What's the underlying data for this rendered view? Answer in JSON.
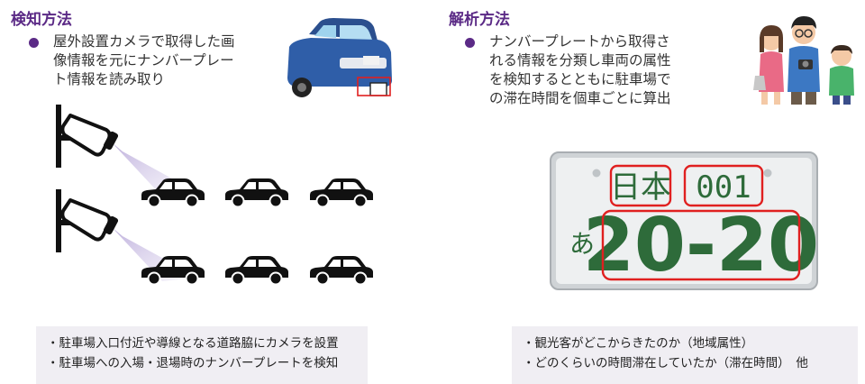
{
  "left": {
    "title": "検知方法",
    "bullet_lines": [
      "屋外設置カメラで取得した画",
      "像情報を元にナンバープレー",
      "ト情報を読み取り"
    ],
    "notes": [
      "・駐車場入口付近や導線となる道路脇にカメラを設置",
      "・駐車場への入場・退場時のナンバープレートを検知"
    ],
    "icons": [
      "security-camera-icon",
      "car-icon",
      "parked-car-icon"
    ]
  },
  "right": {
    "title": "解析方法",
    "bullet_lines": [
      "ナンバープレートから取得さ",
      "れる情報を分類し車両の属性",
      "を検知するとともに駐車場で",
      "の滞在時間を個車ごとに算出"
    ],
    "notes": [
      "・観光客がどこからきたのか（地域属性）",
      "・どのくらいの時間滞在していたか（滞在時間）　他"
    ],
    "plate": {
      "region": "日本",
      "class_number": "001",
      "hiragana": "あ",
      "serial": "20-20"
    },
    "icons": [
      "tourist-family-icon",
      "license-plate-icon"
    ]
  },
  "colors": {
    "accent": "#5b2a86",
    "highlight_box": "#e02020",
    "plate_text": "#2e6b3a",
    "note_bg": "#f0eef3"
  }
}
